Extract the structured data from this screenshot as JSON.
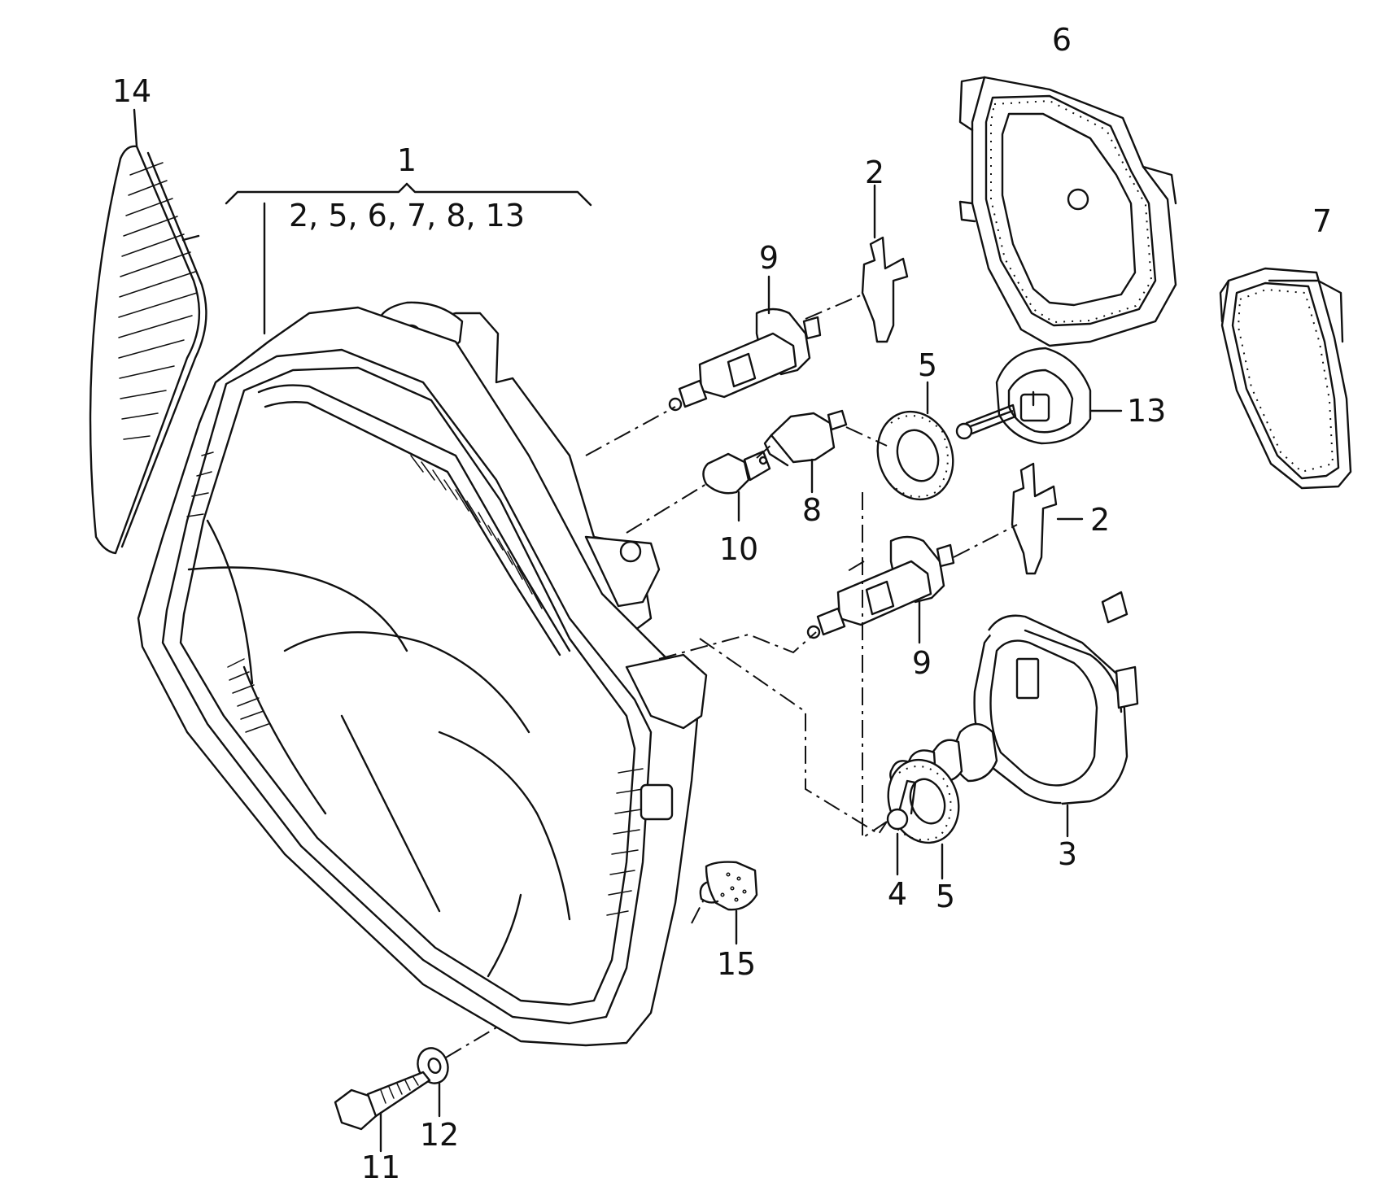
{
  "labels": {
    "p1": "1",
    "p1_kit": "2, 5, 6, 7, 8, 13",
    "p2a": "2",
    "p2b": "2",
    "p3": "3",
    "p4": "4",
    "p5a": "5",
    "p5b": "5",
    "p6": "6",
    "p7": "7",
    "p8": "8",
    "p9a": "9",
    "p9b": "9",
    "p10": "10",
    "p11": "11",
    "p12": "12",
    "p13": "13",
    "p14": "14",
    "p15": "15"
  }
}
